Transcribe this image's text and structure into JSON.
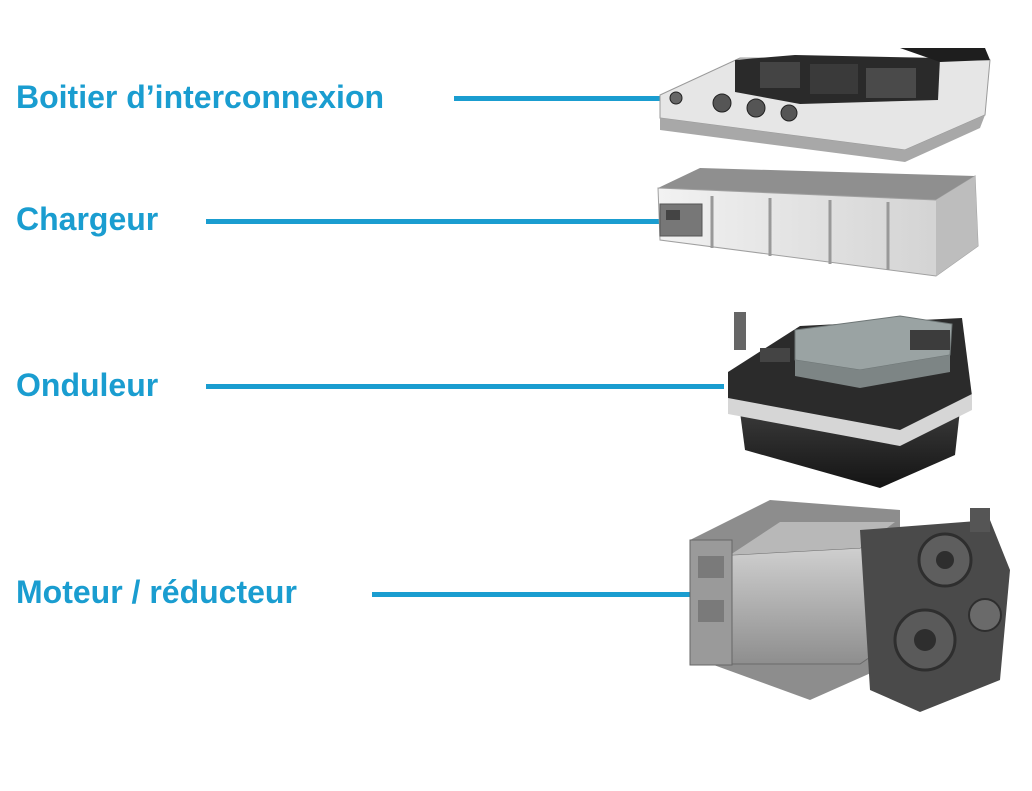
{
  "accent_color": "#1a9dd0",
  "components": [
    {
      "label": "Boitier d’interconnexion",
      "icon": "junction-box-icon"
    },
    {
      "label": "Chargeur",
      "icon": "charger-icon"
    },
    {
      "label": "Onduleur",
      "icon": "inverter-icon"
    },
    {
      "label": "Moteur / réducteur",
      "icon": "motor-gearbox-icon"
    }
  ]
}
